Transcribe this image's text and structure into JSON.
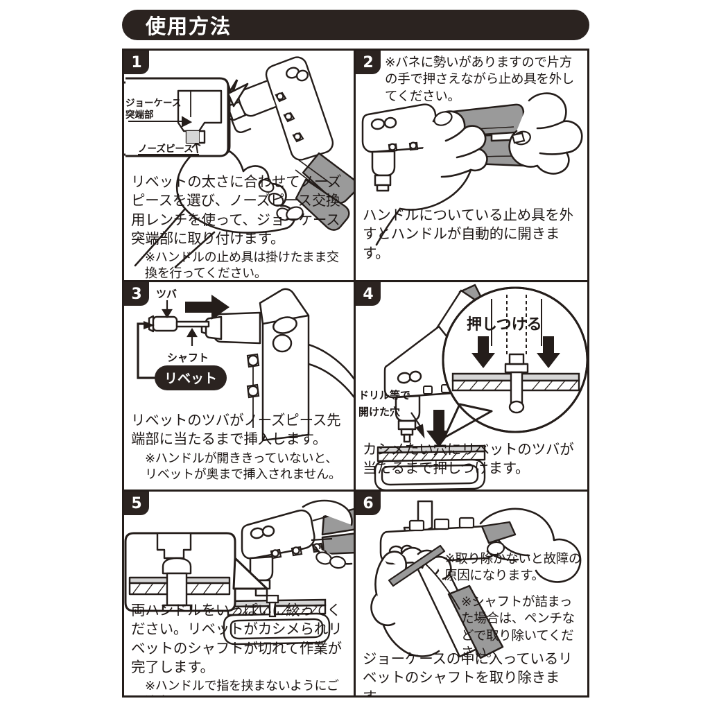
{
  "header": {
    "title": "使用方法"
  },
  "colors": {
    "ink": "#241d1a",
    "badge_bg": "#2b2320",
    "paper": "#ffffff",
    "gray_fill": "#9a9a9a",
    "light_gray": "#d6d6d6"
  },
  "panels": [
    {
      "number": "1",
      "labels": {
        "jaw_case": "ジョーケース\n突端部",
        "jaw_case_line1": "ジョーケース",
        "jaw_case_line2": "突端部",
        "nose_piece": "ノーズピース"
      },
      "body": "リベットの太さに合わせてノーズピースを選び、ノーズピース交換用レンチを使って、ジョーケース突端部に取り付けます。",
      "note": "※ハンドルの止め具は掛けたまま交換を行ってください。"
    },
    {
      "number": "2",
      "top_note": "※バネに勢いがありますので片方の手で押さえながら止め具を外してください。",
      "body": "ハンドルについている止め具を外すとハンドルが自動的に開きます。"
    },
    {
      "number": "3",
      "labels": {
        "flange": "ツバ",
        "shaft": "シャフト",
        "rivet": "リベット"
      },
      "body": "リベットのツバがノーズピース先端部に当たるまで挿入します。",
      "note": "※ハンドルが開ききっていないと、リベットが奥まで挿入されません。"
    },
    {
      "number": "4",
      "labels": {
        "press": "押しつける",
        "drilled_hole_line1": "ドリル等で",
        "drilled_hole_line2": "開けた穴"
      },
      "body": "カシメたい穴にリベットのツバが当たるまで押しつけます。"
    },
    {
      "number": "5",
      "body": "両ハンドルをいっぱいに絞ってください。リベットがカシメられリベットのシャフトが切れて作業が完了します。",
      "note": "※ハンドルで指を挟まないようにご注意ください。"
    },
    {
      "number": "6",
      "note1": "※取り除かないと故障の原因になります。",
      "note2": "※シャフトが詰まった場合は、ペンチなどで取り除いてください。",
      "body": "ジョーケースの中に入っているリベットのシャフトを取り除きます。"
    }
  ]
}
